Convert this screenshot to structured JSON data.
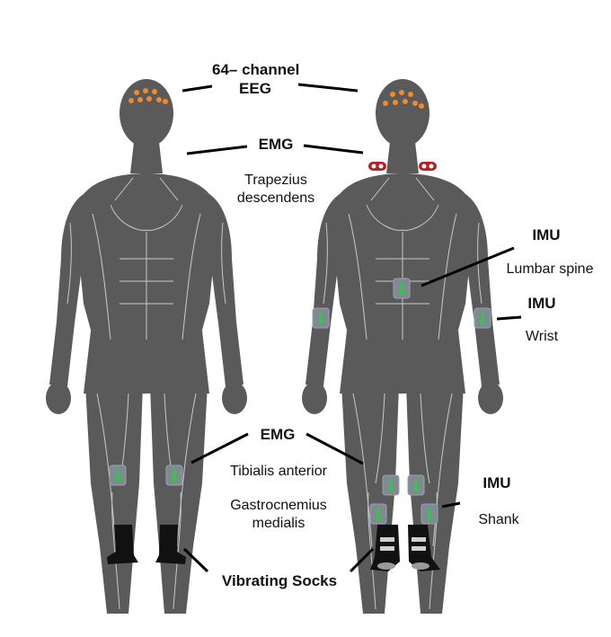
{
  "labels": {
    "eeg_line1": "64– channel",
    "eeg_line2": "EEG",
    "emg_top": "EMG",
    "trapezius_line1": "Trapezius",
    "trapezius_line2": "descendens",
    "imu_lumbar": "IMU",
    "lumbar_spine": "Lumbar spine",
    "imu_wrist": "IMU",
    "wrist": "Wrist",
    "emg_bottom": "EMG",
    "tibialis": "Tibialis anterior",
    "gastro_line1": "Gastrocnemius",
    "gastro_line2": "medialis",
    "imu_shank": "IMU",
    "shank": "Shank",
    "vibrating_socks": "Vibrating Socks"
  },
  "colors": {
    "body": "#5a5a5a",
    "muscle_lines": "#c9c9c9",
    "eeg_electrode": "#f08a2c",
    "emg_electrode": "#b22222",
    "imu_sensor": "#7f8a93",
    "imu_arrow": "#2ecc40",
    "socks": "#111111",
    "leader_line": "#000000"
  },
  "icons": {
    "eeg": "electrode-dot-icon",
    "emg": "electrode-pair-icon",
    "imu": "sensor-box-icon",
    "sock": "sock-icon"
  }
}
